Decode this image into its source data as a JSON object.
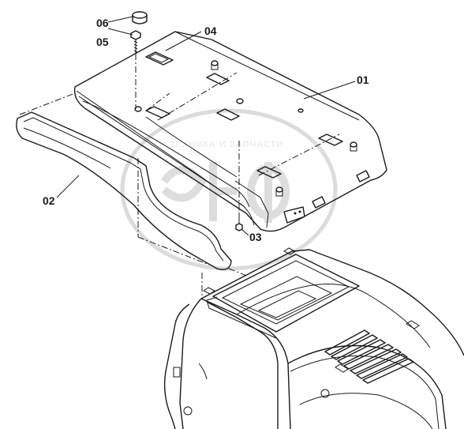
{
  "callouts": {
    "c06": "06",
    "c05": "05",
    "c04": "04",
    "c01": "01",
    "c02": "02",
    "c03": "03"
  },
  "watermark": {
    "text": "ТЕХНИКА И ЗАПЧАСТИ",
    "logo": "ЭПФ"
  }
}
